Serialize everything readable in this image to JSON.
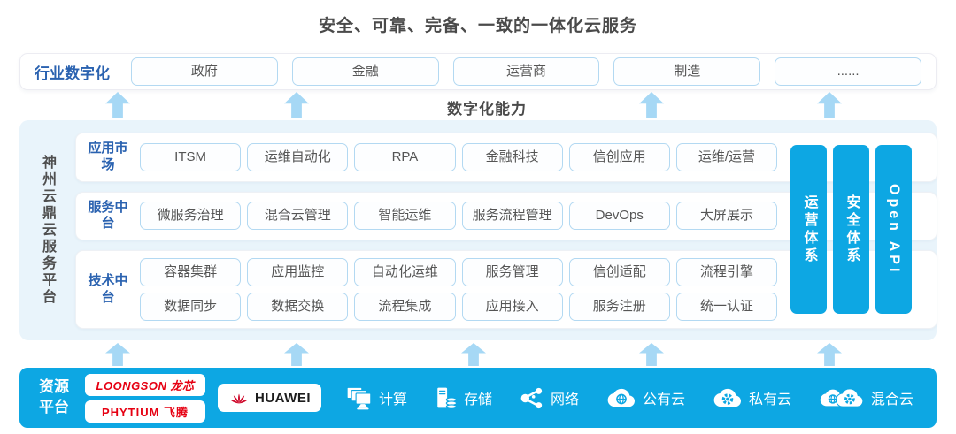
{
  "title": "安全、可靠、完备、一致的一体化云服务",
  "capability_label": "数字化能力",
  "industry": {
    "label": "行业数字化",
    "items": [
      "政府",
      "金融",
      "运营商",
      "制造",
      "......"
    ]
  },
  "platform": {
    "side_label": "神州云鼎云服务平台",
    "rows": [
      {
        "label": "应用市场",
        "groups": [
          [
            "ITSM",
            "运维自动化",
            "RPA",
            "金融科技",
            "信创应用",
            "运维/运营"
          ]
        ]
      },
      {
        "label": "服务中台",
        "groups": [
          [
            "微服务治理",
            "混合云管理",
            "智能运维",
            "服务流程管理",
            "DevOps",
            "大屏展示"
          ]
        ]
      },
      {
        "label": "技术中台",
        "groups": [
          [
            "容器集群",
            "应用监控",
            "自动化运维",
            "服务管理",
            "信创适配",
            "流程引擎"
          ],
          [
            "数据同步",
            "数据交换",
            "流程集成",
            "应用接入",
            "服务注册",
            "统一认证"
          ]
        ]
      }
    ],
    "pillars": [
      "运营体系",
      "安全体系",
      "Open API"
    ]
  },
  "resources": {
    "label": "资源平台",
    "vendors": {
      "loongson": "LOONGSON 龙芯",
      "phytium": "PHYTIUM 飞腾",
      "huawei": "HUAWEI"
    },
    "services": [
      {
        "icon": "compute-icon",
        "label": "计算"
      },
      {
        "icon": "storage-icon",
        "label": "存储"
      },
      {
        "icon": "network-icon",
        "label": "网络"
      },
      {
        "icon": "public-cloud-icon",
        "label": "公有云"
      },
      {
        "icon": "private-cloud-icon",
        "label": "私有云"
      },
      {
        "icon": "hybrid-cloud-icon",
        "label": "混合云"
      }
    ]
  },
  "colors": {
    "accent_blue": "#0da7e3",
    "arrow_blue": "#a6d8f5",
    "panel_bg": "#e9f4fb",
    "chip_border": "#b3d9f2",
    "label_blue": "#2a62b0",
    "brand_red": "#e60012",
    "text_dark": "#4a4a4a"
  }
}
